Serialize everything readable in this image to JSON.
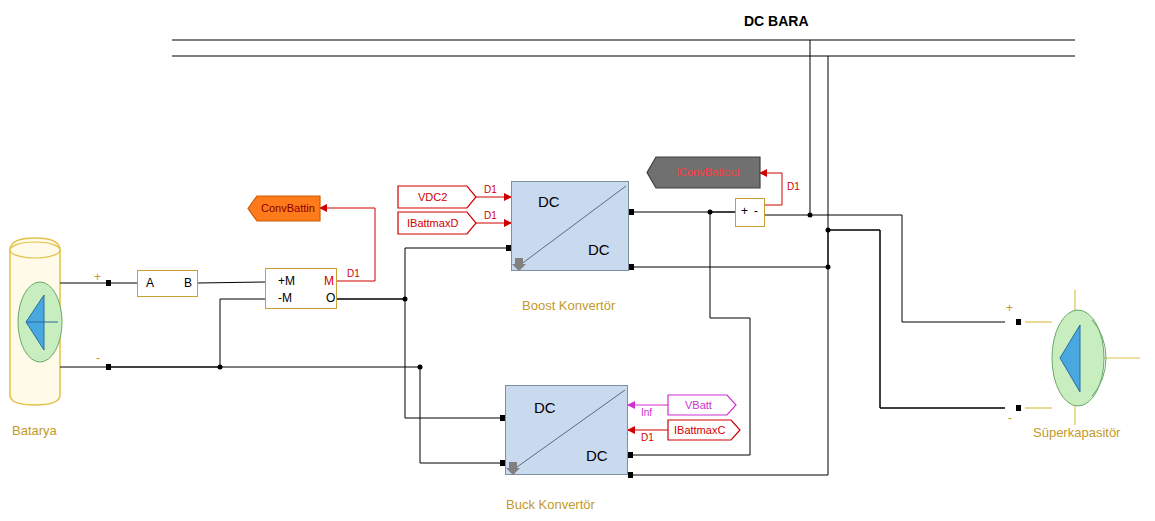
{
  "diagram": {
    "title": "DC BARA",
    "nodes": [
      {
        "text": [
          "Batarya"
        ]
      },
      {
        "text": [
          "A",
          "B"
        ]
      },
      {
        "text": [
          "+M",
          "-M",
          "M",
          "O"
        ]
      },
      {
        "text": [
          "ConvBattin"
        ]
      },
      {
        "text": [
          "VDC2"
        ]
      },
      {
        "text": [
          "IBattmaxD"
        ]
      },
      {
        "text": [
          "DC",
          "DC",
          "Boost Konvertör"
        ]
      },
      {
        "text": [
          "IConvBattout"
        ]
      },
      {
        "text": [
          "+",
          "-"
        ]
      },
      {
        "text": [
          "VBatt"
        ]
      },
      {
        "text": [
          "IBattmaxC"
        ]
      },
      {
        "text": [
          "DC",
          "DC",
          "Buck Konvertör"
        ]
      },
      {
        "text": [
          "Süperkapasitör"
        ]
      }
    ],
    "edges": [
      {
        "from": 0,
        "to": 1,
        "arrow": "none"
      },
      {
        "from": 1,
        "to": 2,
        "arrow": "none"
      },
      {
        "from": 0,
        "to": 2,
        "arrow": "none"
      },
      {
        "from": 2,
        "to": 3,
        "arrow": "to",
        "label": "D1"
      },
      {
        "from": 4,
        "to": 6,
        "arrow": "to",
        "label": "D1"
      },
      {
        "from": 5,
        "to": 6,
        "arrow": "to",
        "label": "D1"
      },
      {
        "from": 2,
        "to": 6,
        "arrow": "none"
      },
      {
        "from": 2,
        "to": 11,
        "arrow": "none"
      },
      {
        "from": 0,
        "to": 11,
        "arrow": "none"
      },
      {
        "from": 6,
        "to": 8,
        "arrow": "none"
      },
      {
        "from": 8,
        "to": 7,
        "arrow": "to",
        "label": "D1"
      },
      {
        "from": 11,
        "to": 8,
        "arrow": "none"
      },
      {
        "from": 9,
        "to": 11,
        "arrow": "to",
        "label": "Inf"
      },
      {
        "from": 10,
        "to": 11,
        "arrow": "to",
        "label": "D1"
      },
      {
        "from": 8,
        "to": 12,
        "arrow": "none"
      },
      {
        "from": 6,
        "to": 12,
        "arrow": "none"
      },
      {
        "from": 11,
        "to": 12,
        "arrow": "none"
      }
    ],
    "labels": [
      "+",
      "-",
      "+",
      "-"
    ]
  }
}
